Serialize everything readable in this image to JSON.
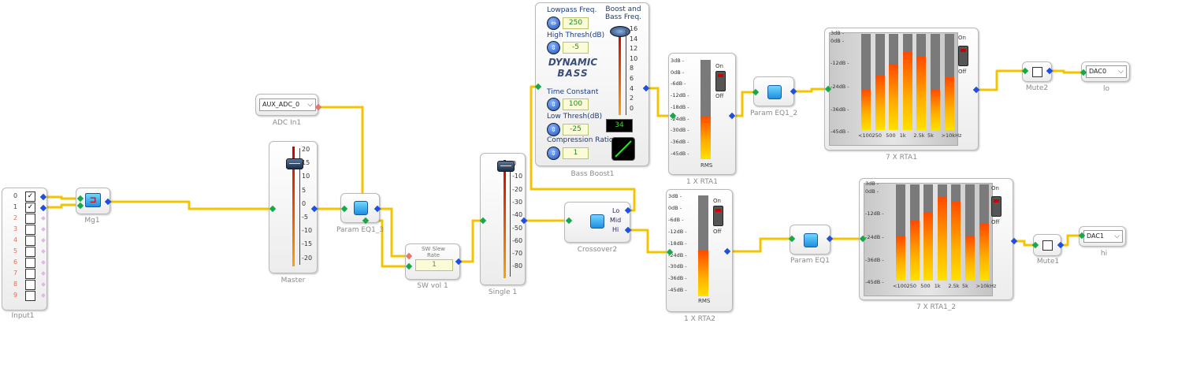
{
  "blocks": {
    "input1": {
      "caption": "Input1",
      "channels": [
        "0",
        "1",
        "2",
        "3",
        "4",
        "5",
        "6",
        "7",
        "8",
        "9"
      ],
      "checked": [
        "✓",
        "✓"
      ]
    },
    "mg1": {
      "caption": "Mg1"
    },
    "adc_in1": {
      "caption": "ADC In1",
      "value": "AUX_ADC_0"
    },
    "master": {
      "caption": "Master",
      "ticks": [
        "20",
        "15",
        "10",
        "5",
        "0",
        "-5",
        "-10",
        "-15",
        "-20"
      ]
    },
    "param_eq1_3": {
      "caption": "Param EQ1_3"
    },
    "sw_vol1": {
      "caption": "SW vol 1",
      "label": "SW Slew Rate",
      "value": "1"
    },
    "single1": {
      "caption": "Single 1",
      "ticks": [
        "0",
        "-10",
        "-20",
        "-30",
        "-40",
        "-50",
        "-60",
        "-70",
        "-80"
      ]
    },
    "bass_boost1": {
      "caption": "Bass Boost1",
      "lowpass_label": "Lowpass Freq.",
      "lowpass_value": "250",
      "high_thresh_label": "High Thresh(dB)",
      "high_thresh_value": "-5",
      "logo_line1": "DYNAMIC",
      "logo_line2": "BASS",
      "time_const_label": "Time Constant",
      "time_const_value": "100",
      "low_thresh_label": "Low Thresh(dB)",
      "low_thresh_value": "-25",
      "comp_ratio_label": "Compression Ratio",
      "comp_ratio_value": "1",
      "boost_label": "Boost and Bass Freq.",
      "boost_ticks": [
        "16",
        "14",
        "12",
        "10",
        "8",
        "6",
        "4",
        "2",
        "0"
      ],
      "boost_readout": "34"
    },
    "crossover2": {
      "caption": "Crossover2",
      "outputs": [
        "Lo",
        "Mid",
        "Hi"
      ]
    },
    "rta1": {
      "caption": "1 X RTA1",
      "ticks": [
        "3dB -",
        "0dB -",
        "-6dB -",
        "-12dB -",
        "-18dB -",
        "-24dB -",
        "-30dB -",
        "-36dB -",
        "-45dB -"
      ],
      "footer": "RMS",
      "on": "On",
      "off": "Off",
      "level": 0.44
    },
    "rta2": {
      "caption": "1 X RTA2",
      "ticks": [
        "3dB -",
        "0dB -",
        "-6dB -",
        "-12dB -",
        "-18dB -",
        "-24dB -",
        "-30dB -",
        "-36dB -",
        "-45dB -"
      ],
      "footer": "RMS",
      "on": "On",
      "off": "Off",
      "level": 0.45
    },
    "param_eq1_2": {
      "caption": "Param EQ1_2"
    },
    "param_eq1": {
      "caption": "Param EQ1"
    },
    "rta7_1": {
      "caption": "7 X RTA1",
      "ticks": [
        "3dB -",
        "0dB -",
        "-12dB -",
        "-24dB -",
        "-36dB -",
        "-45dB -"
      ],
      "bands": [
        "<100",
        "250",
        "500",
        "1k",
        "2.5k",
        "5k",
        ">10kHz"
      ],
      "levels": [
        0.43,
        0.57,
        0.69,
        0.81,
        0.77,
        0.43,
        0.55
      ],
      "on": "On",
      "off": "Off"
    },
    "rta7_1_2": {
      "caption": "7 X RTA1_2",
      "ticks": [
        "3dB -",
        "0dB -",
        "-12dB -",
        "-24dB -",
        "-36dB -",
        "-45dB -"
      ],
      "bands": [
        "<100",
        "250",
        "500",
        "1k",
        "2.5k",
        "5k",
        ">10kHz"
      ],
      "levels": [
        0.47,
        0.62,
        0.71,
        0.87,
        0.83,
        0.47,
        0.59
      ],
      "on": "On",
      "off": "Off"
    },
    "mute2": {
      "caption": "Mute2"
    },
    "mute1": {
      "caption": "Mute1"
    },
    "dac0": {
      "caption": "lo",
      "value": "DAC0"
    },
    "dac1": {
      "caption": "hi",
      "value": "DAC1"
    }
  },
  "colors": {
    "wire": "#f5c400",
    "pin_in": "#17a84a",
    "pin_out": "#1f4fe0",
    "meter_top": "#ff4a00",
    "meter_bottom": "#ffe000"
  }
}
